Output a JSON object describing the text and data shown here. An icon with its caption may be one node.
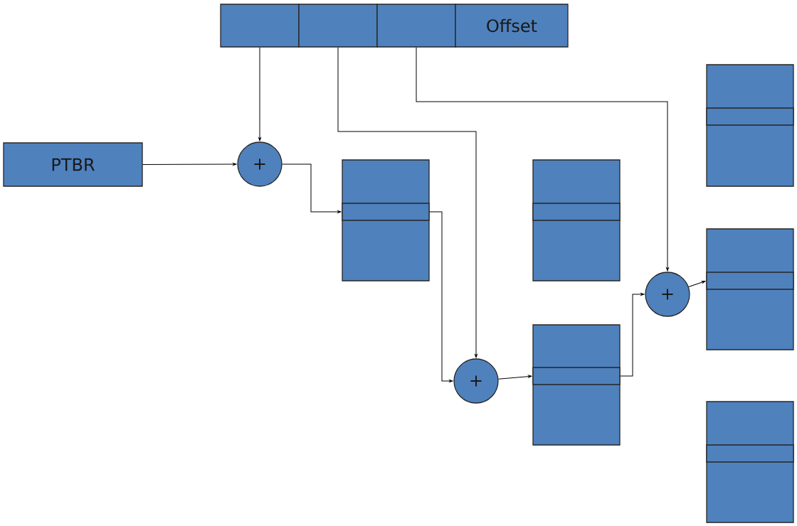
{
  "diagram": {
    "nodes": [
      {
        "text": [],
        "shape": "box"
      },
      {
        "text": [],
        "shape": "box"
      },
      {
        "text": [],
        "shape": "box"
      },
      {
        "text": [
          "Offset"
        ]
      },
      {
        "text": [],
        "shape": "box"
      },
      {
        "text": [],
        "shape": "box",
        "in": 4
      },
      {
        "text": [
          "PTBR"
        ]
      },
      {
        "text": [
          "+"
        ]
      },
      {
        "text": [],
        "shape": "box"
      },
      {
        "text": [],
        "shape": "box",
        "in": 8
      },
      {
        "text": [],
        "shape": "box"
      },
      {
        "text": [],
        "shape": "box",
        "in": 10
      },
      {
        "text": [],
        "shape": "box"
      },
      {
        "text": [],
        "shape": "box",
        "in": 12
      },
      {
        "text": [
          "+"
        ]
      },
      {
        "text": [],
        "shape": "box"
      },
      {
        "text": [],
        "shape": "box",
        "in": 15
      },
      {
        "text": [
          "+"
        ]
      },
      {
        "text": [],
        "shape": "box"
      },
      {
        "text": [],
        "shape": "box",
        "in": 18
      }
    ],
    "edges": [
      {
        "from": 0,
        "to": 7,
        "arrow": "to"
      },
      {
        "from": 6,
        "to": 7,
        "arrow": "to"
      },
      {
        "from": 7,
        "to": 9,
        "arrow": "to"
      },
      {
        "from": 1,
        "to": 17,
        "arrow": "to"
      },
      {
        "from": 9,
        "to": 17,
        "arrow": "to"
      },
      {
        "from": 17,
        "to": 16,
        "arrow": "to"
      },
      {
        "from": 2,
        "to": 14,
        "arrow": "to"
      },
      {
        "from": 16,
        "to": 14,
        "arrow": "to"
      },
      {
        "from": 14,
        "to": 13,
        "arrow": "to"
      }
    ]
  }
}
